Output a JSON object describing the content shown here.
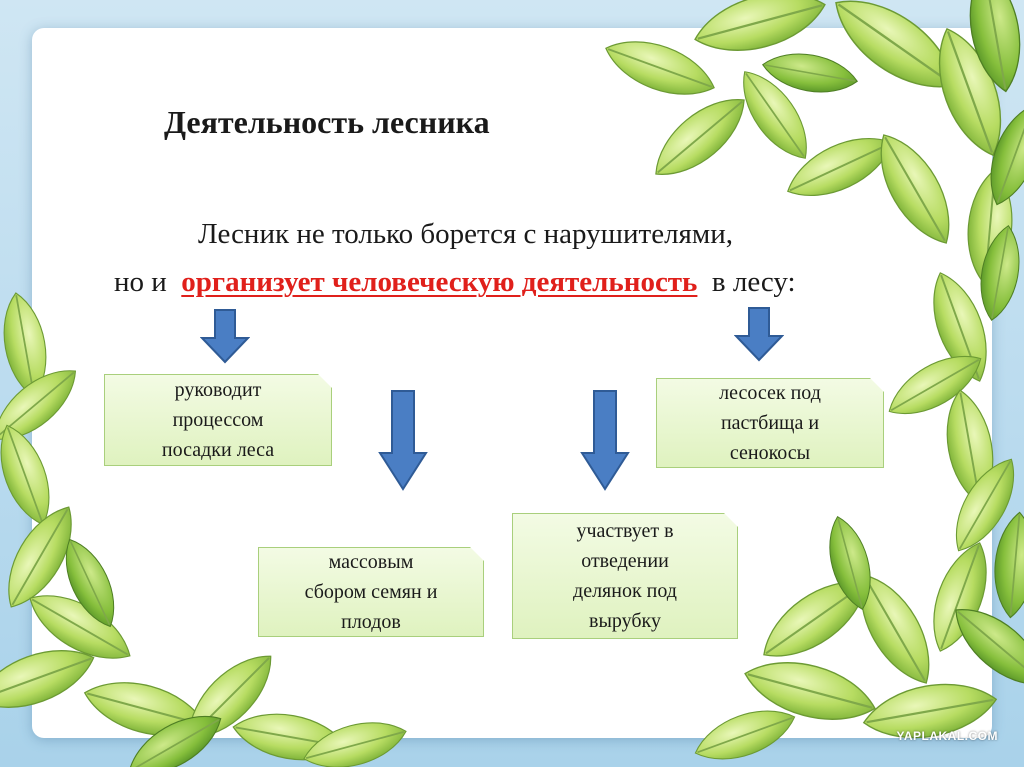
{
  "slide": {
    "title": "Деятельность лесника",
    "intro": {
      "line1": "Лесник не только борется с нарушителями,",
      "line2_prefix": "но и",
      "line2_highlight": "организует человеческую деятельность",
      "line2_suffix": "в лесу:"
    },
    "highlight_color": "#e0201b",
    "arrow_color": "#4a7ec4",
    "box_color": "#dff2bf",
    "boxes": [
      {
        "lines": [
          "руководит",
          "процессом",
          "посадки леса"
        ]
      },
      {
        "lines": [
          "лесосек под",
          "пастбища и",
          "сенокосы"
        ]
      },
      {
        "lines": [
          "массовым",
          "сбором семян и",
          "плодов"
        ]
      },
      {
        "lines": [
          "участвует в",
          "отведении",
          "делянок под",
          "вырубку"
        ]
      }
    ],
    "watermark": "YAPLAKAL.COM"
  }
}
